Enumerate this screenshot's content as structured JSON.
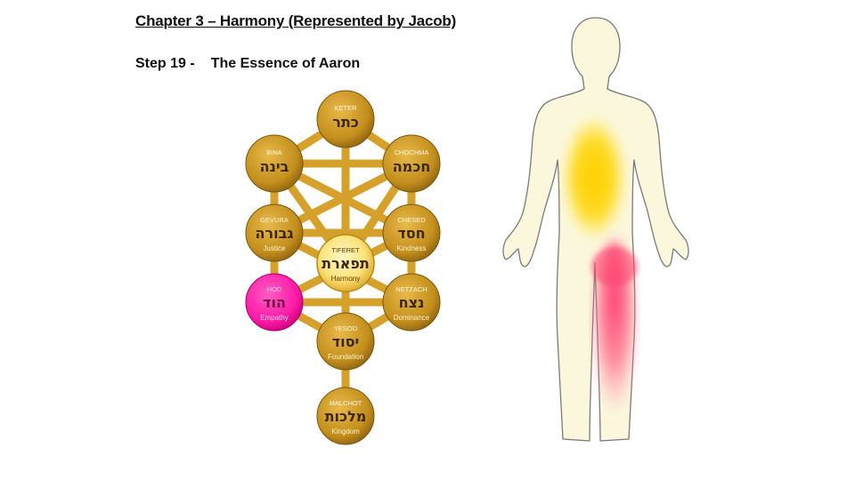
{
  "header": {
    "title": "Chapter 3 – Harmony (Represented by Jacob)",
    "step": "Step 19 -",
    "step_name": "The Essence of Aaron"
  },
  "tree": {
    "sefirot": [
      {
        "key": "keter",
        "latin": "KETER",
        "hebrew": "כתר",
        "meaning": ""
      },
      {
        "key": "bina",
        "latin": "BINA",
        "hebrew": "בינה",
        "meaning": ""
      },
      {
        "key": "chochma",
        "latin": "CHOCHMA",
        "hebrew": "חכמה",
        "meaning": ""
      },
      {
        "key": "gevura",
        "latin": "GEVURA",
        "hebrew": "גבורה",
        "meaning": "Justice"
      },
      {
        "key": "chesed",
        "latin": "CHESED",
        "hebrew": "חסד",
        "meaning": "Kindness"
      },
      {
        "key": "tiferet",
        "latin": "TIFERET",
        "hebrew": "תפארת",
        "meaning": "Harmony"
      },
      {
        "key": "hod",
        "latin": "HOD",
        "hebrew": "הוד",
        "meaning": "Empathy"
      },
      {
        "key": "netzach",
        "latin": "NETZACH",
        "hebrew": "נצח",
        "meaning": "Dominance"
      },
      {
        "key": "yesod",
        "latin": "YESOD",
        "hebrew": "יסוד",
        "meaning": "Foundation"
      },
      {
        "key": "malchot",
        "latin": "MALCHOT",
        "hebrew": "מלכות",
        "meaning": "Kingdom"
      }
    ],
    "highlighted": "hod",
    "colors": {
      "sphere": "#c9951e",
      "sphere_dark": "#8a6010",
      "path": "#d9a52a",
      "tiferet": "#ffe680",
      "highlight": "#ff1fa8"
    }
  },
  "body_figure": {
    "colors": {
      "skin": "#fbf7dc",
      "outline": "#777777",
      "chest_glow": "#ffd400",
      "leg_glow": "#ff3d6e"
    }
  }
}
